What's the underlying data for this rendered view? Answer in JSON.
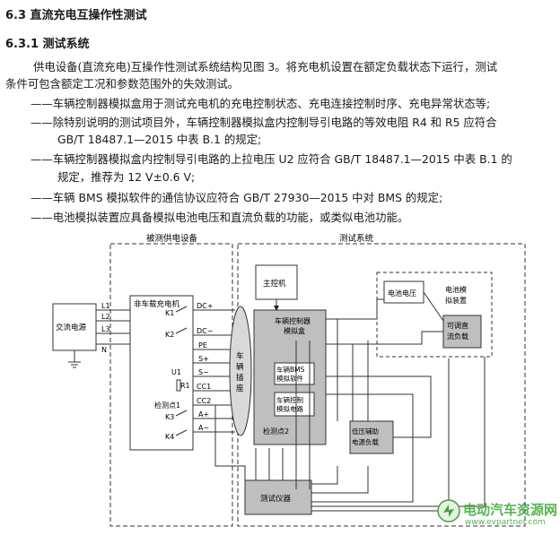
{
  "heading_63": "6.3  直流充电互操作性测试",
  "heading_631": "6.3.1  测试系统",
  "para": "供电设备(直流充电)互操作性测试系统结构见图 3。将充电机设置在额定负载状态下运行，测试条件可包含额定工况和参数范围外的失效测试。",
  "para_l1": "供电设备(直流充电)互操作性测试系统结构见图 3。将充电机设置在额定负载状态下运行，测试",
  "para_l2": "条件可包含额定工况和参数范围外的失效测试。",
  "bullets": {
    "b1": "——车辆控制器模拟盒用于测试充电机的充电控制状态、充电连接控制时序、充电异常状态等;",
    "b2_l1": "——除特别说明的测试项目外，车辆控制器模拟盒内控制导引电路的等效电阻 R4 和 R5 应符合",
    "b2_l2": "GB/T 18487.1—2015 中表 B.1 的规定;",
    "b3_l1": "——车辆控制器模拟盒内控制导引电路的上拉电压 U2 应符合 GB/T 18487.1—2015 中表 B.1 的",
    "b3_l2": "规定，推荐为 12 V±0.6 V;",
    "b4": "——车辆 BMS 模拟软件的通信协议应符合 GB/T 27930—2015 中对 BMS 的规定;",
    "b5": "——电池模拟装置应具备模拟电池电压和直流负载的功能，或类似电池功能。"
  },
  "diagram": {
    "label_supply_under_test": "被测供电设备",
    "label_test_system": "测试系统",
    "ac_source": "交流电源",
    "lines": [
      "L1",
      "L2",
      "L3",
      "N"
    ],
    "charger": "非车载充电机",
    "k1": "K1",
    "k2": "K2",
    "k3": "K3",
    "k4": "K4",
    "u1": "U1",
    "r1": "R1",
    "checkpoint1": "检测点1",
    "terminals": [
      "DC+",
      "DC−",
      "PE",
      "S+",
      "S−",
      "CC1",
      "CC2",
      "A+",
      "A−"
    ],
    "vehicle_socket": [
      "车",
      "辆",
      "插",
      "座"
    ],
    "master_controller": "主控机",
    "vehicle_ctrl_box_l1": "车辆控制器",
    "vehicle_ctrl_box_l2": "模拟盒",
    "bms_sw_l1": "车辆BMS",
    "bms_sw_l2": "模拟软件",
    "ctrl_circuit_l1": "车辆控制",
    "ctrl_circuit_l2": "模拟电路",
    "checkpoint2": "检测点2",
    "battery_voltage": "电池电压",
    "battery_sim_l1": "电池模",
    "battery_sim_l2": "拟装置",
    "dc_load_l1": "可调直",
    "dc_load_l2": "流负载",
    "aux_load_l1": "低压辅助",
    "aux_load_l2": "电源负载",
    "test_instrument": "测试仪器"
  },
  "watermark": {
    "text_cn": "电动汽车资源网",
    "text_url": "www.evpartner.com",
    "color": "#3aa635"
  }
}
